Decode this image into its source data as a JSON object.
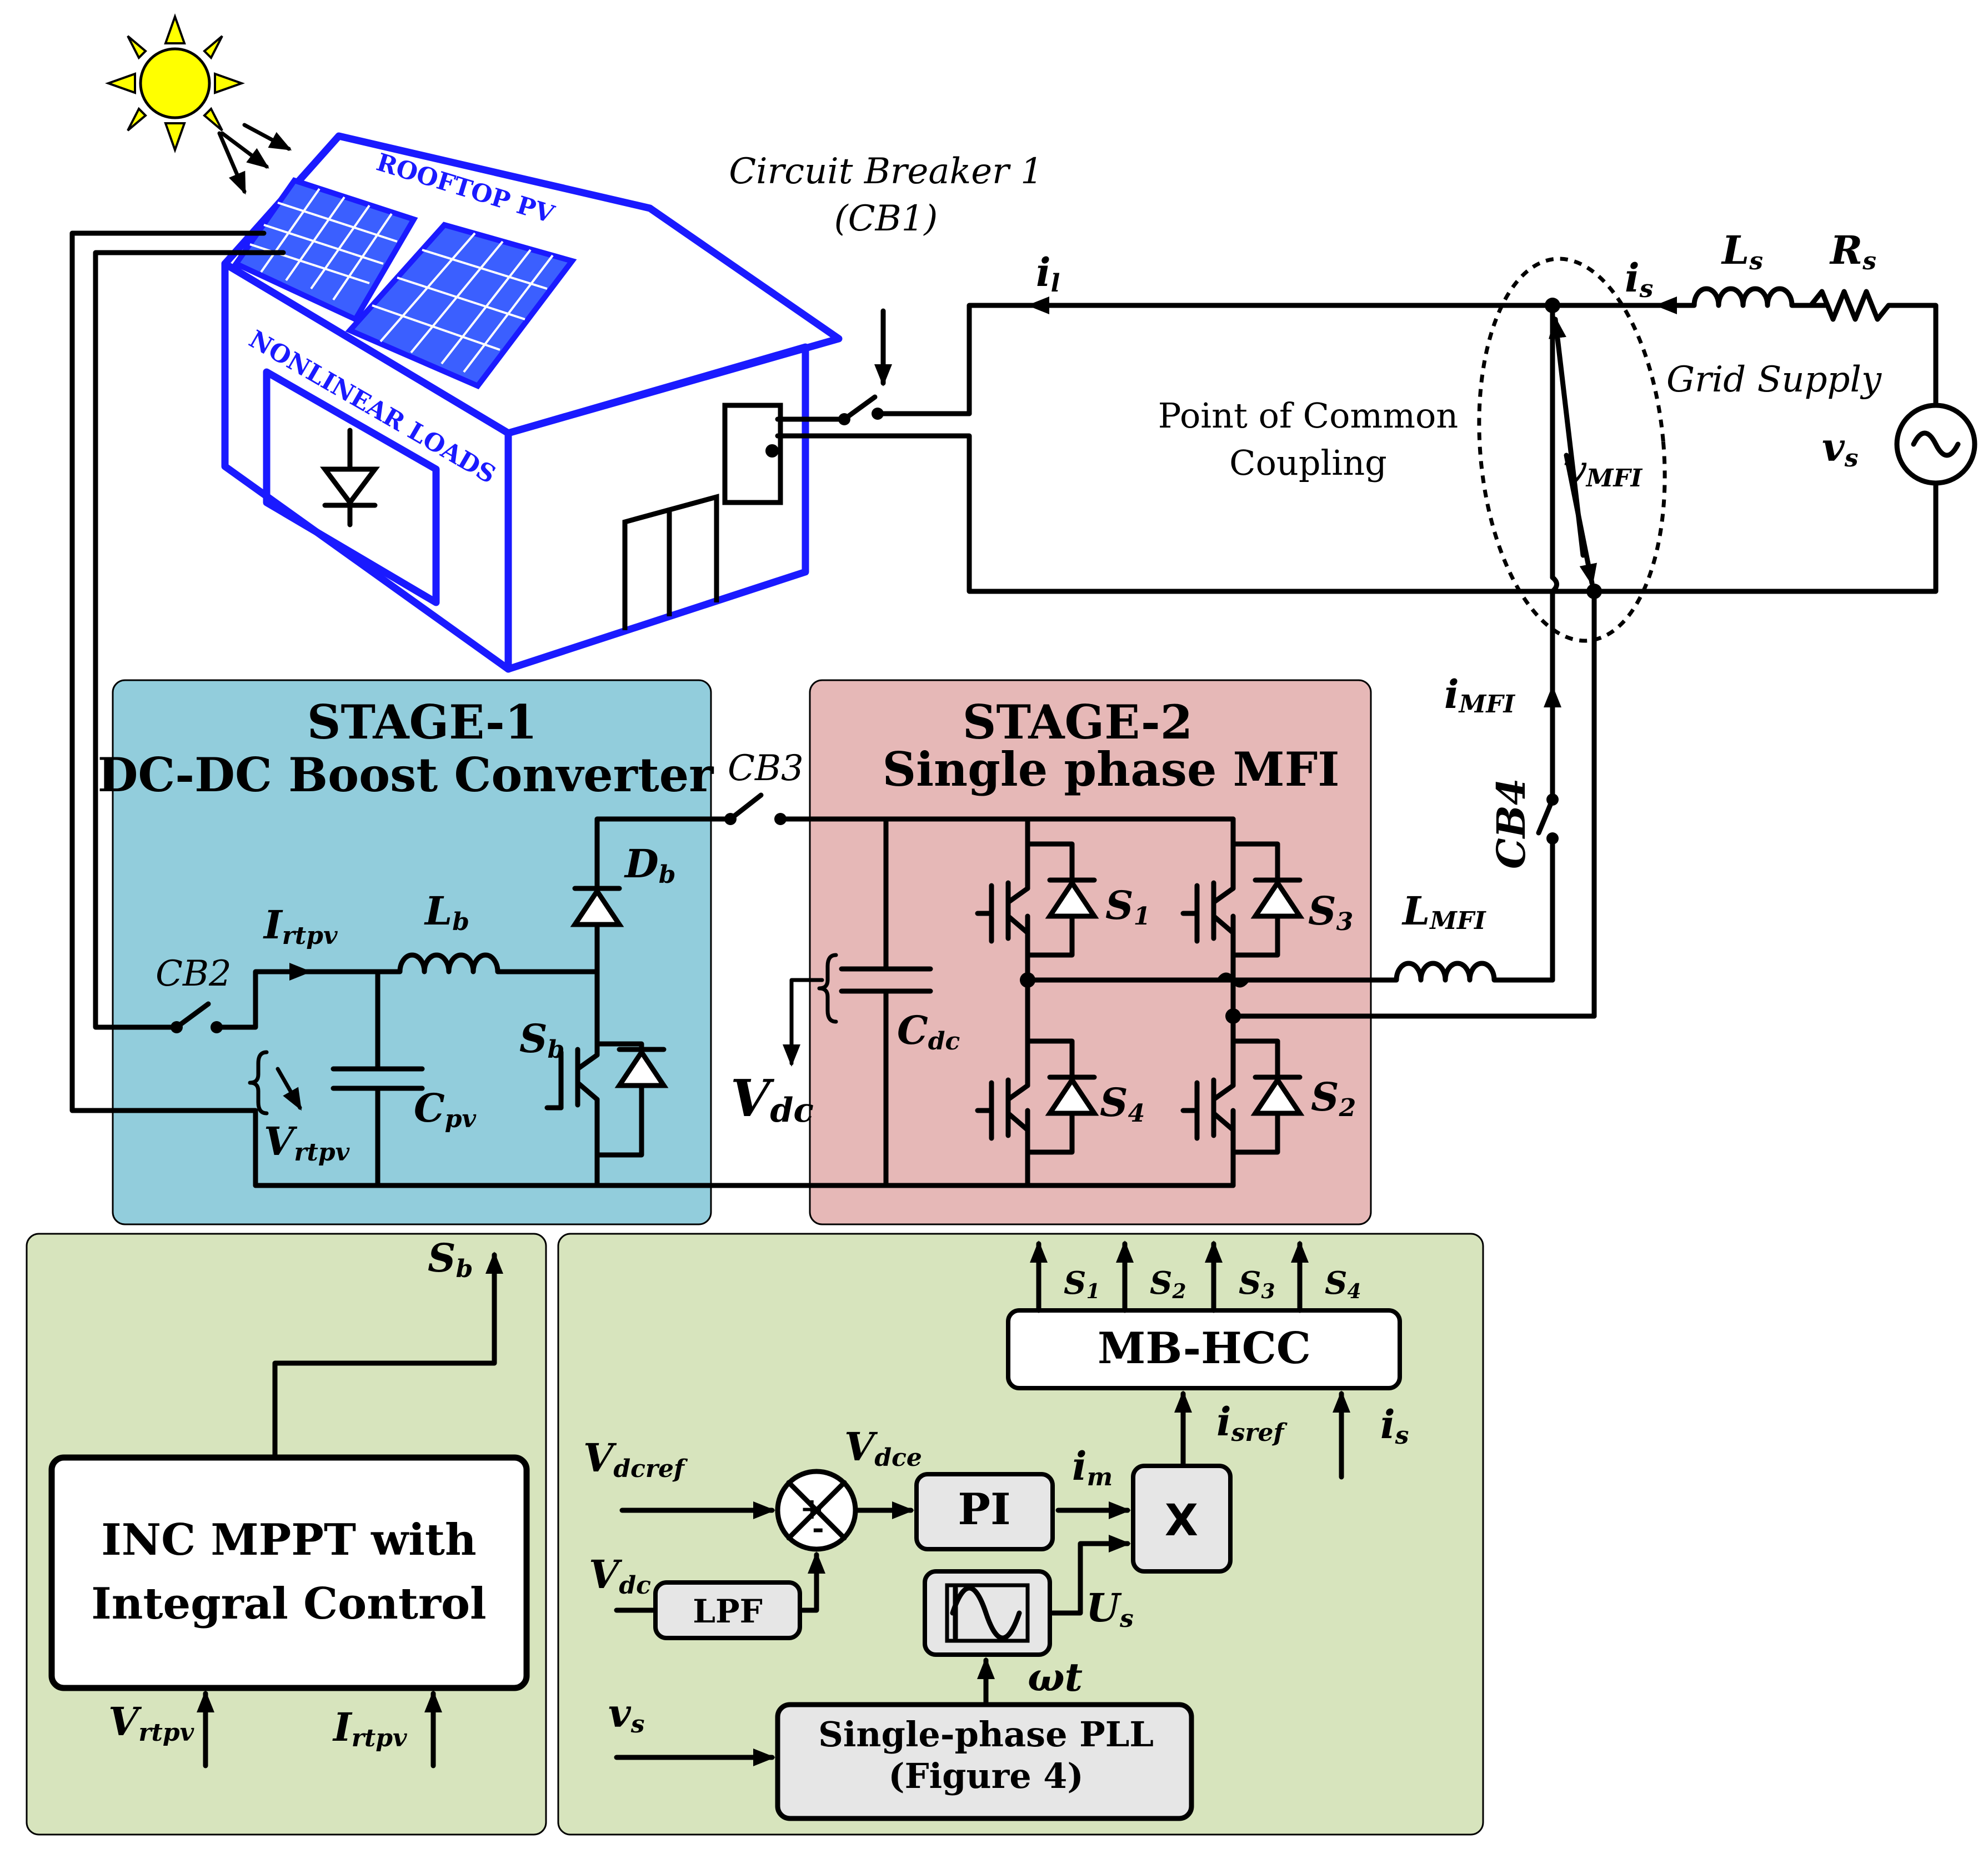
{
  "labels": {
    "rooftop_pv": "ROOFTOP PV",
    "nonlinear_loads": "NONLINEAR LOADS",
    "circuit_breaker_1": "Circuit Breaker 1",
    "cb1": "(CB1)",
    "il": "i",
    "il_sub": "l",
    "is": "i",
    "is_sub": "s",
    "ls": "L",
    "ls_sub": "s",
    "rs": "R",
    "rs_sub": "s",
    "grid_supply": "Grid Supply",
    "vs": "v",
    "vs_sub": "s",
    "pcc_line1": "Point of Common",
    "pcc_line2": "Coupling",
    "vmfi": "v",
    "vmfi_sub": "MFI",
    "imfi": "i",
    "imfi_sub": "MFI",
    "cb4": "CB4",
    "lmfi": "L",
    "lmfi_sub": "MFI",
    "cb3": "CB3",
    "cb2": "CB2",
    "irtpv": "I",
    "irtpv_sub": "rtpv",
    "lb": "L",
    "lb_sub": "b",
    "db": "D",
    "db_sub": "b",
    "sb": "S",
    "sb_sub": "b",
    "cpv": "C",
    "cpv_sub": "pv",
    "vrtpv": "V",
    "vrtpv_sub": "rtpv",
    "cdc": "C",
    "cdc_sub": "dc",
    "vdc": "V",
    "vdc_sub": "dc",
    "s1": "S",
    "s1_sub": "1",
    "s2": "S",
    "s2_sub": "2",
    "s3": "S",
    "s3_sub": "3",
    "s4": "S",
    "s4_sub": "4"
  },
  "stage1": {
    "title": "STAGE-1",
    "subtitle": "DC-DC Boost Converter",
    "color": "#92cddc"
  },
  "stage2": {
    "title": "STAGE-2",
    "subtitle": "Single phase MFI",
    "color": "#e6b8b7"
  },
  "control": {
    "color": "#d7e4bd",
    "mppt_line1": "INC MPPT with",
    "mppt_line2": "Integral Control",
    "sb_out": "S",
    "sb_out_sub": "b",
    "vrtpv_in": "V",
    "vrtpv_in_sub": "rtpv",
    "irtpv_in": "I",
    "irtpv_in_sub": "rtpv",
    "mbhcc": "MB-HCC",
    "gate_outputs": [
      {
        "label": "S",
        "sub": "1"
      },
      {
        "label": "S",
        "sub": "2"
      },
      {
        "label": "S",
        "sub": "3"
      },
      {
        "label": "S",
        "sub": "4"
      }
    ],
    "isref": "i",
    "isref_sub": "sref",
    "is_in": "i",
    "is_in_sub": "s",
    "vdcref": "V",
    "vdcref_sub": "dcref",
    "vdce": "V",
    "vdce_sub": "dce",
    "pi": "PI",
    "im": "i",
    "im_sub": "m",
    "mult": "X",
    "vdc_in": "V",
    "vdc_in_sub": "dc",
    "lpf": "LPF",
    "us": "U",
    "us_sub": "s",
    "wt": "ωt",
    "vs_in": "v",
    "vs_in_sub": "s",
    "pll_line1": "Single-phase PLL",
    "pll_line2": "(Figure 4)"
  }
}
